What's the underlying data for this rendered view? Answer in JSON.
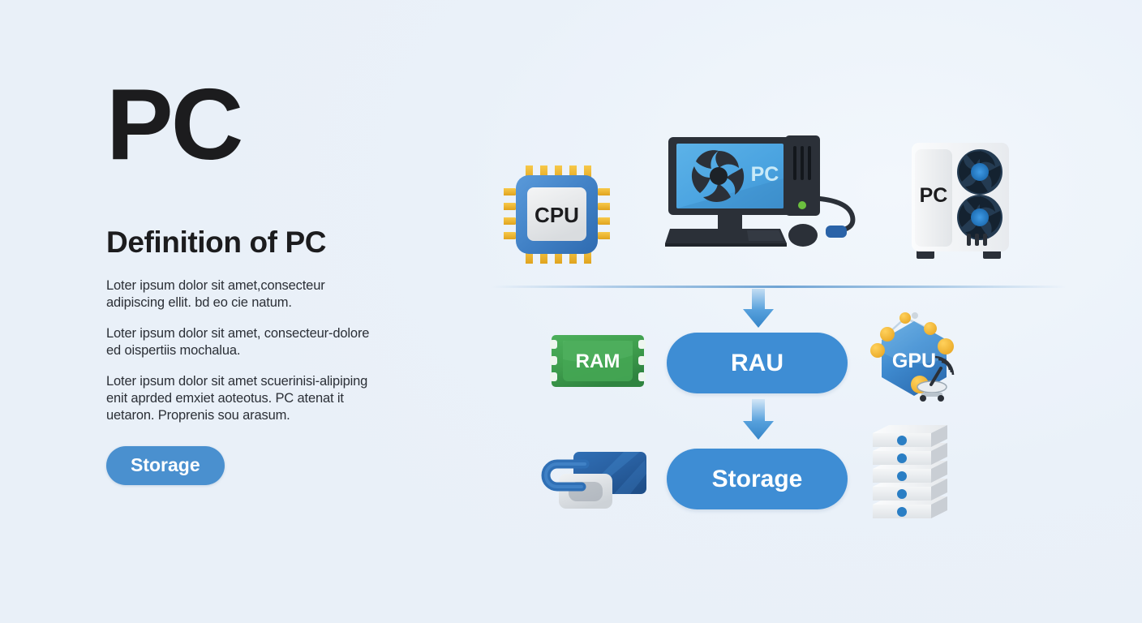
{
  "page": {
    "background_color": "#eff4fa",
    "accent_color": "#3e8dd4",
    "text_color": "#1c1c1e"
  },
  "left": {
    "hero_title": "PC",
    "section_heading": "Definition of PC",
    "paragraphs": [
      "Loter ipsum dolor sit amet,consecteur adipiscing ellit. bd eo cie natum.",
      "Loter ipsum dolor sit amet, consecteur-dolore ed oispertiis mochalua.",
      "Loter ipsum dolor sit amet scuerinisi-alipiping enit aprded emxiet aoteotus. PC atenat it uetaron. Proprenis sou arasum."
    ],
    "storage_button": "Storage"
  },
  "diagram": {
    "icons": {
      "cpu_label": "CPU",
      "monitor_screen_label": "PC",
      "tower_label": "PC",
      "ram_label": "RAM",
      "gpu_label": "GPU"
    },
    "pills": [
      {
        "id": "rau",
        "label": "RAU"
      },
      {
        "id": "storage",
        "label": "Storage"
      }
    ],
    "colors": {
      "pill_blue": "#3e8dd4",
      "ram_green": "#3f9e4d",
      "chip_blue": "#3f7fc4",
      "chip_pin_gold": "#f0b32e",
      "tower_fan_blue": "#2f8ad8",
      "server_dot_blue": "#2a7ec4",
      "monitor_dark": "#2b3038",
      "monitor_screen_blue": "#4aa3e0"
    }
  }
}
